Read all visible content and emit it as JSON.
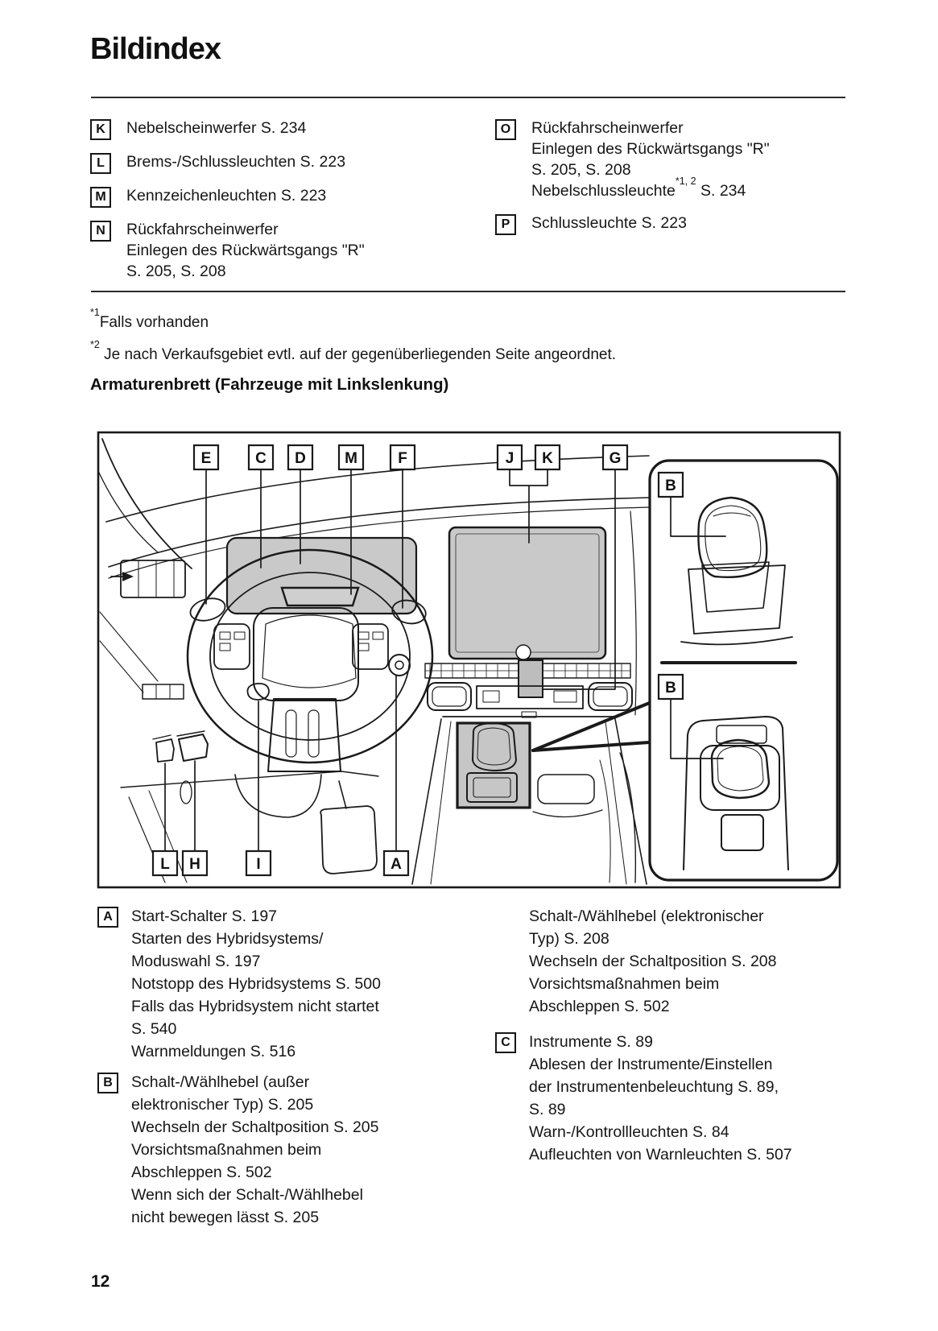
{
  "page": {
    "title": "Bildindex",
    "number": "12"
  },
  "legend_top": {
    "left": [
      {
        "key": "K",
        "lines": [
          "Nebelscheinwerfer S. 234"
        ]
      },
      {
        "key": "L",
        "lines": [
          "Brems-/Schlussleuchten S. 223"
        ]
      },
      {
        "key": "M",
        "lines": [
          "Kennzeichenleuchten S. 223"
        ]
      },
      {
        "key": "N",
        "lines": [
          "Rückfahrscheinwerfer",
          "Einlegen des Rückwärtsgangs \"R\"",
          "S. 205, S. 208"
        ]
      }
    ],
    "right": [
      {
        "key": "O",
        "lines": [
          "Rückfahrscheinwerfer",
          "Einlegen des Rückwärtsgangs \"R\"",
          "S. 205, S. 208",
          {
            "pre": "Nebelschlussleuchte",
            "sup": "*1, 2",
            "post": " S. 234"
          }
        ]
      },
      {
        "key": "P",
        "lines": [
          "Schlussleuchte S. 223"
        ]
      }
    ]
  },
  "footnotes": [
    {
      "sup": "*1",
      "text": "Falls vorhanden"
    },
    {
      "sup": "*2",
      "text": " Je nach Verkaufsgebiet evtl. auf der gegenüberliegenden Seite angeordnet."
    }
  ],
  "section_heading": "Armaturenbrett (Fahrzeuge mit Linkslenkung)",
  "diagram": {
    "top_labels": [
      "E",
      "C",
      "D",
      "M",
      "F",
      "J",
      "K",
      "G"
    ],
    "inset_labels": [
      "B",
      "B"
    ],
    "bottom_labels": [
      "L",
      "H",
      "I",
      "A"
    ]
  },
  "legend_bottom": {
    "left": [
      {
        "key": "A",
        "lines": [
          "Start-Schalter S. 197",
          "Starten des Hybridsystems/",
          "Moduswahl S. 197",
          "Notstopp des Hybridsystems S. 500",
          "Falls das Hybridsystem nicht startet",
          "S. 540",
          "Warnmeldungen S. 516"
        ]
      },
      {
        "key": "B",
        "lines": [
          "Schalt-/Wählhebel (außer",
          "elektronischer Typ) S. 205",
          "Wechseln der Schaltposition S. 205",
          "Vorsichtsmaßnahmen beim",
          "Abschleppen S. 502",
          "Wenn sich der Schalt-/Wählhebel",
          "nicht bewegen lässt S. 205"
        ]
      }
    ],
    "right": [
      {
        "key": null,
        "lines": [
          "Schalt-/Wählhebel (elektronischer",
          "Typ) S. 208",
          "Wechseln der Schaltposition S. 208",
          "Vorsichtsmaßnahmen beim",
          "Abschleppen S. 502"
        ]
      },
      {
        "key": "C",
        "lines": [
          "Instrumente S. 89",
          "Ablesen der Instrumente/Einstellen",
          "der Instrumentenbeleuchtung S. 89,",
          "S. 89",
          "Warn-/Kontrollleuchten S. 84",
          "Aufleuchten von Warnleuchten S. 507"
        ]
      }
    ]
  },
  "colors": {
    "text": "#161616",
    "line": "#1a1a1a",
    "shade": "#c9c9c9"
  }
}
